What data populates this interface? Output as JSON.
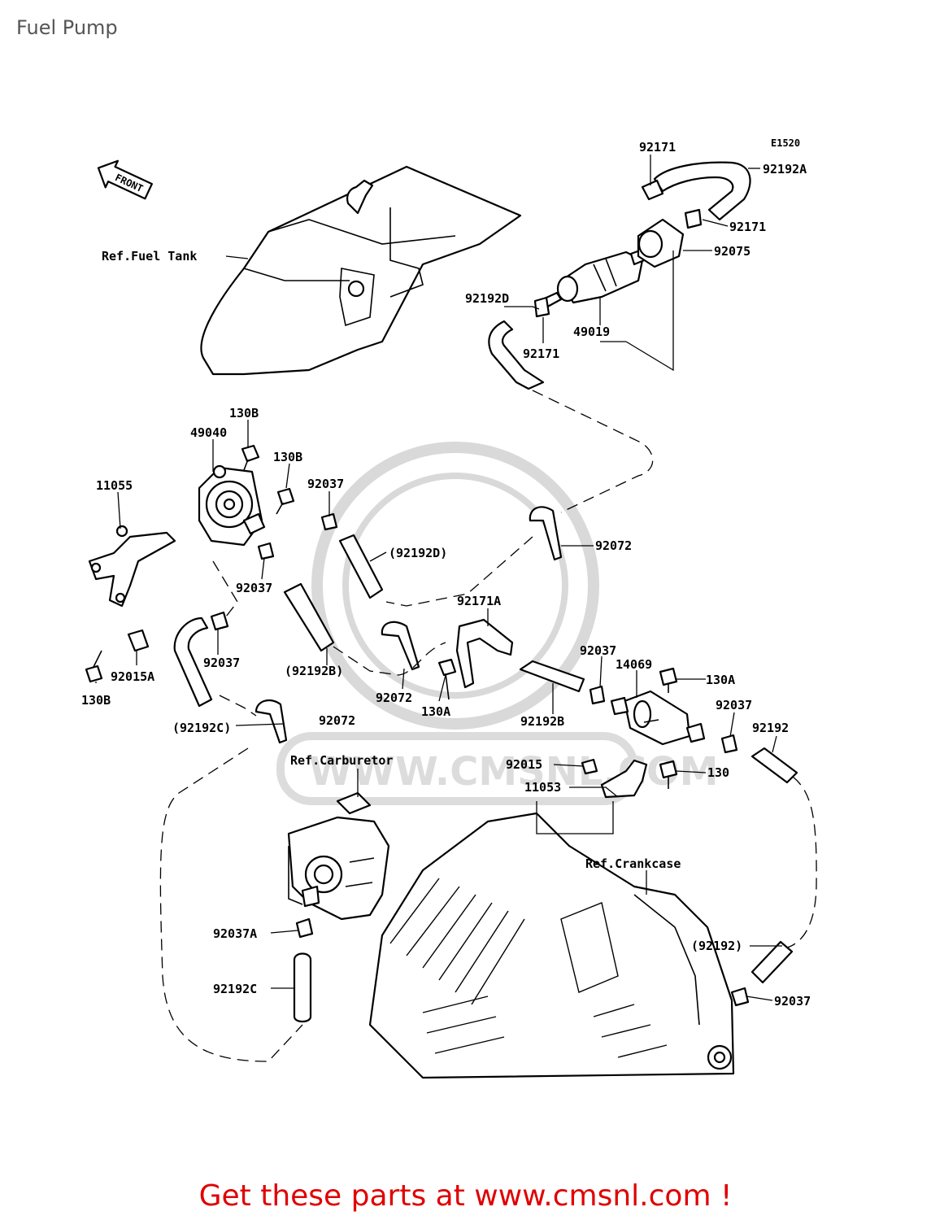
{
  "title": "Fuel Pump",
  "diagram_code": "E1520",
  "front_label": "FRONT",
  "footer": "Get these parts at www.cmsnl.com !",
  "watermark_text": "WWW.CMSNL.COM",
  "footer_color": "#e00000",
  "labels": {
    "p92171_top": "92171",
    "p92192A": "92192A",
    "p92171_right": "92171",
    "p92075": "92075",
    "ref_fuel_tank": "Ref.Fuel Tank",
    "p92192D": "92192D",
    "p49019": "49019",
    "p92171_low": "92171",
    "p130B_top": "130B",
    "p49040": "49040",
    "p130B_mid": "130B",
    "p11055": "11055",
    "p92037_a": "92037",
    "p92072_a": "92072",
    "p92192D_paren": "(92192D)",
    "p92037_b": "92037",
    "p92171A": "92171A",
    "p92037_c": "92037",
    "p14069": "14069",
    "p130A_right": "130A",
    "p92015A": "92015A",
    "p92037_d": "92037",
    "p130B_low": "130B",
    "p92192B_paren": "(92192B)",
    "p92072_b": "92072",
    "p130A_mid": "130A",
    "p92192B": "92192B",
    "p92037_e": "92037",
    "p92192": "92192",
    "p92192C_paren": "(92192C)",
    "p92072_c": "92072",
    "ref_carburetor": "Ref.Carburetor",
    "p92015": "92015",
    "p130": "130",
    "p11053": "11053",
    "ref_crankcase": "Ref.Crankcase",
    "p92037A": "92037A",
    "p92192_paren": "(92192)",
    "p92192C": "92192C",
    "p92037_f": "92037"
  }
}
